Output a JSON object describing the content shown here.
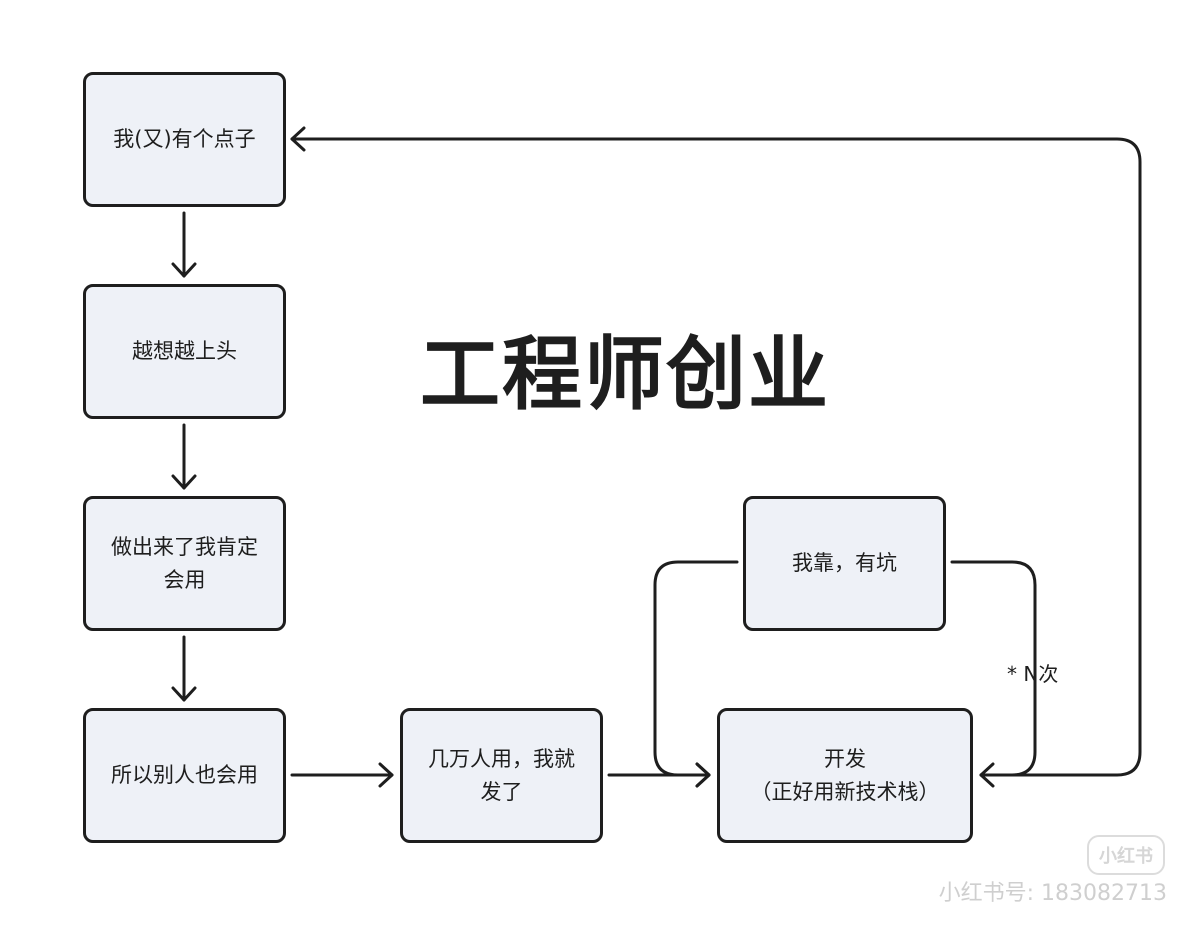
{
  "title": "工程师创业",
  "nodes": {
    "idea": "我(又)有个点子",
    "excited": "越想越上头",
    "will_use": "做出来了我肯定\n会用",
    "others_use": "所以别人也会用",
    "tens_of_thousands": "几万人用，我就\n发了",
    "develop": "开发\n（正好用新技术栈）",
    "pitfall": "我靠，有坑"
  },
  "loop_label": "* N次",
  "watermark": {
    "logo": "小红书",
    "text": "小红书号: 183082713"
  },
  "colors": {
    "box_fill": "#eef1f7",
    "stroke": "#1e1e1e",
    "watermark": "#cfcfcf"
  }
}
